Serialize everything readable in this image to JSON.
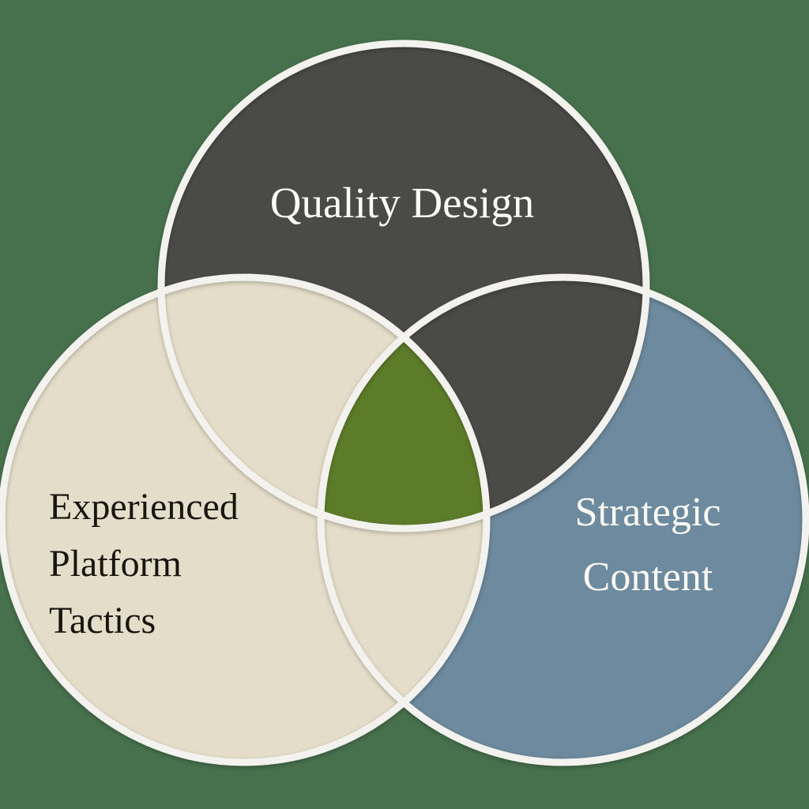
{
  "background_color": "#47704d",
  "diagram": {
    "type": "venn-3-circles",
    "outline_color": "#f3f2ee",
    "intersection_color": "#5d7c2a",
    "circles": [
      {
        "id": "top",
        "label": "Quality Design",
        "fill": "#4a4a48",
        "text_color": "#faf9f4"
      },
      {
        "id": "bottom-left",
        "label": "Experienced Platform Tactics",
        "fill": "#e4ddc9",
        "text_color": "#18150f"
      },
      {
        "id": "bottom-right",
        "label": "Strategic Content",
        "fill": "#6d8a9e",
        "text_color": "#faf9f4"
      }
    ]
  },
  "labels": {
    "top": "Quality Design",
    "left": "Experienced\nPlatform\nTactics",
    "right": "Strategic\nContent"
  }
}
